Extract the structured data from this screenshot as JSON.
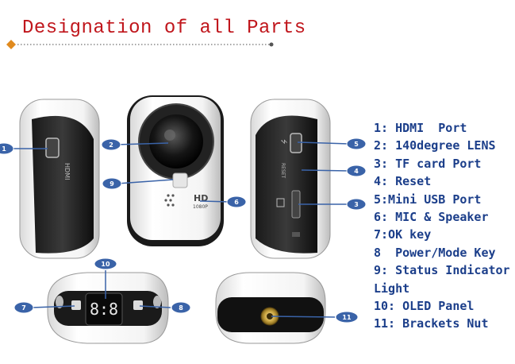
{
  "title": "Designation of all Parts",
  "legend": [
    "1: HDMI  Port",
    "2: 140degree LENS",
    "3: TF card Port",
    "4: Reset",
    "5:Mini USB Port",
    "6: MIC & Speaker",
    "7:OK key",
    "8  Power/Mode Key",
    "9: Status Indicator Light",
    "10: OLED Panel",
    "11: Brackets Nut"
  ],
  "callouts": [
    "1",
    "2",
    "3",
    "4",
    "5",
    "6",
    "7",
    "8",
    "9",
    "10",
    "11"
  ],
  "device_text": {
    "hdmi": "HDMI",
    "hd": "HD",
    "res": "1080P",
    "reset": "RESET",
    "oled": "8:8"
  },
  "colors": {
    "title": "#c0161c",
    "legend": "#1b3e8a",
    "callout_fill": "#3a63a8",
    "callout_stroke": "#ffffff"
  }
}
